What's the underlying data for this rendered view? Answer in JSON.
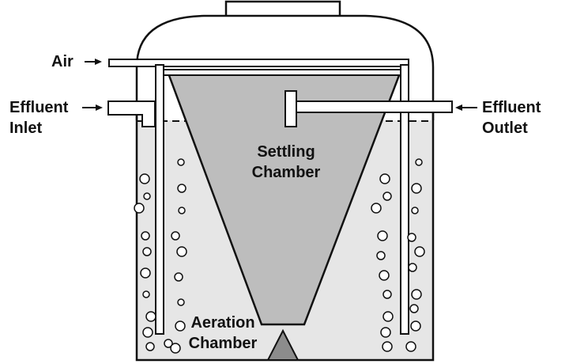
{
  "labels": {
    "air": "Air",
    "effluent_inlet_line1": "Effluent",
    "effluent_inlet_line2": "Inlet",
    "effluent_outlet_line1": "Effluent",
    "effluent_outlet_line2": "Outlet",
    "settling_line1": "Settling",
    "settling_line2": "Chamber",
    "aeration_line1": "Aeration",
    "aeration_line2": "Chamber"
  },
  "colors": {
    "outline": "#111111",
    "liquid": "#e6e6e6",
    "settling_fill": "#bdbdbd",
    "pipe_fill": "#ffffff",
    "bubble_fill": "#ffffff"
  }
}
